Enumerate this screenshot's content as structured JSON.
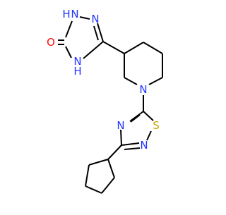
{
  "molecule": {
    "colors": {
      "carbon": "#000000",
      "nitrogen": "#2233ff",
      "oxygen": "#ff0d0d",
      "sulfur": "#c8a600",
      "background": "#ffffff"
    },
    "labels": {
      "nh_top": "H",
      "n_top_1": "N",
      "n_top_2": "N",
      "oxygen": "O",
      "n_ring_4": "N",
      "h_ring_4": "H",
      "n_piperidine": "N",
      "n_thiadiazole_a": "N",
      "n_thiadiazole_b": "N",
      "sulfur": "S"
    }
  }
}
